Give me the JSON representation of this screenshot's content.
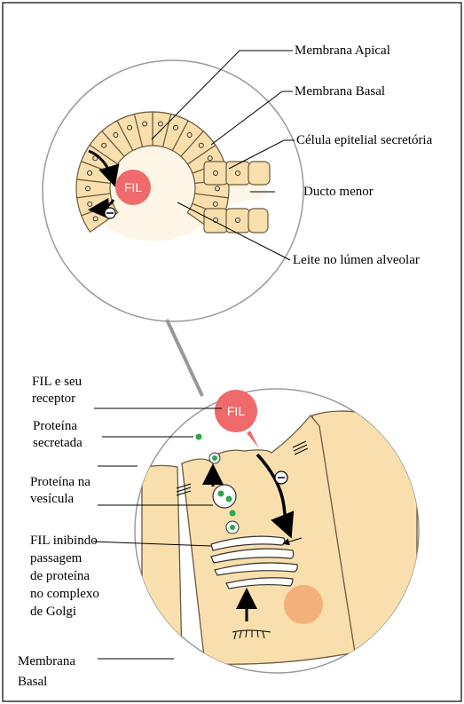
{
  "labels": {
    "membrana_apical": "Membrana Apical",
    "membrana_basal_top": "Membrana Basal",
    "celula_epitelial": "Célula epitelial secretória",
    "ducto_menor": "Ducto menor",
    "leite_lumen": "Leite no lúmen alveolar",
    "fil_receptor_1": "FIL e seu",
    "fil_receptor_2": "receptor",
    "proteina_secretada_1": "Proteína",
    "proteina_secretada_2": "secretada",
    "proteina_vesicula_1": "Proteína na",
    "proteina_vesicula_2": "vesícula",
    "fil_inibindo_1": "FIL inibindo",
    "fil_inibindo_2": "passagem",
    "fil_inibindo_3": "de proteína",
    "fil_inibindo_4": "no complexo",
    "fil_inibindo_5": "de Golgi",
    "membrana_basal_bottom_1": "Membrana",
    "membrana_basal_bottom_2": "Basal"
  },
  "badges": {
    "fil_top": "FIL",
    "fil_bottom": "FIL",
    "minus": "−"
  },
  "colors": {
    "cell_fill": "#f8dfad",
    "cell_stroke": "#6b5a3e",
    "fil_fill": "#ef6b6b",
    "protein_green": "#2aa84a",
    "nucleus": "#f4b07a",
    "lumen": "#fdf6e6"
  }
}
